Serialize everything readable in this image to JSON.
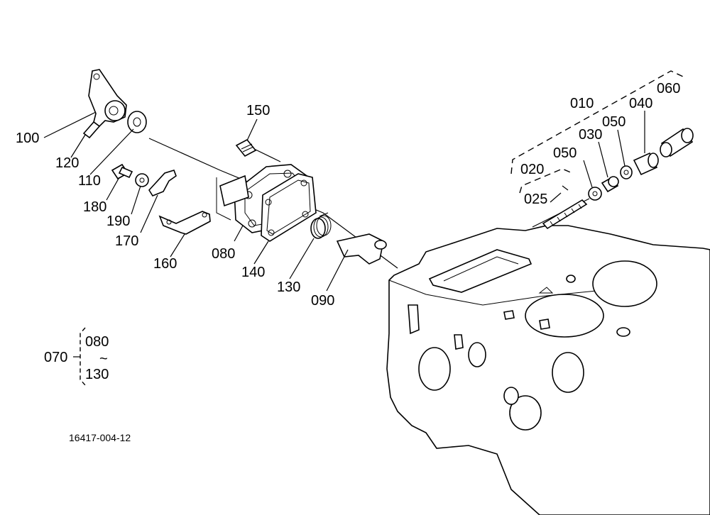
{
  "labels": {
    "p010": "010",
    "p020": "020",
    "p025": "025",
    "p030": "030",
    "p040": "040",
    "p050a": "050",
    "p050b": "050",
    "p060": "060",
    "p070": "070",
    "p080": "080",
    "p090": "090",
    "p100": "100",
    "p110": "110",
    "p120": "120",
    "p130": "130",
    "p140": "140",
    "p150": "150",
    "p160": "160",
    "p170": "170",
    "p180": "180",
    "p190": "190"
  },
  "group_legend": {
    "id": "070",
    "from": "080",
    "tilde": "~",
    "to": "130"
  },
  "figure_code": "16417-004-12"
}
